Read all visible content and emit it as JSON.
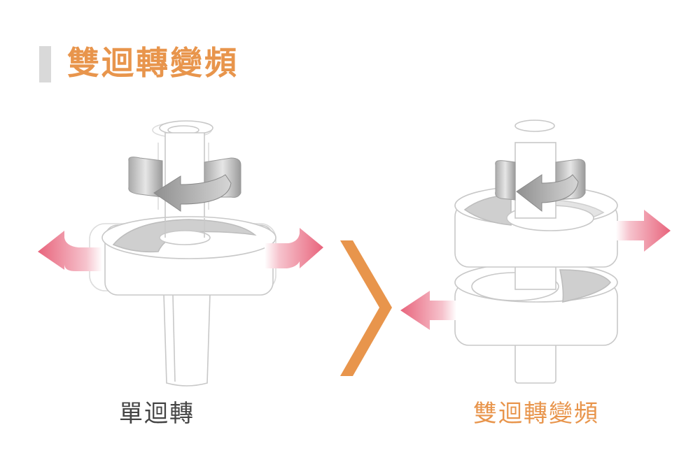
{
  "title": "雙迴轉變頻",
  "captions": {
    "left": "單迴轉",
    "right": "雙迴轉變頻"
  },
  "colors": {
    "accent": "#e8954c",
    "gray_text": "#444444",
    "arrow_pink": "#e8647c",
    "title_bar": "#d9d9d9"
  },
  "icons": {
    "comparison": "greater-than-chevron",
    "airflow": "pink-outflow-arrow",
    "rotation": "gray-curved-rotation-arrow"
  }
}
